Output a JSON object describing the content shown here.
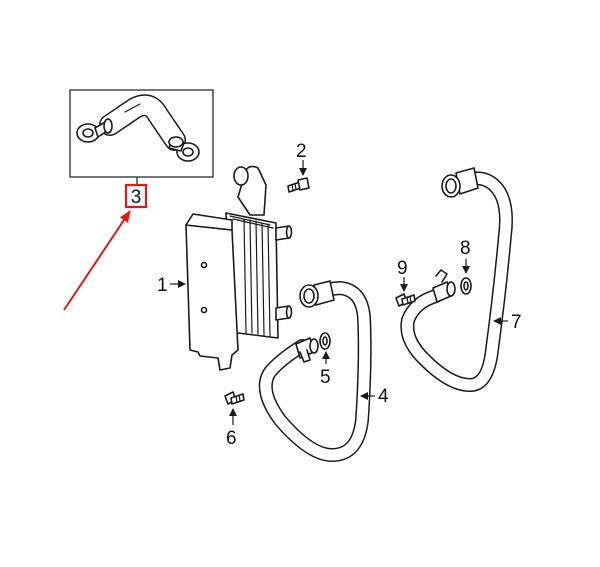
{
  "diagram": {
    "callouts": [
      {
        "id": "1",
        "text": "1"
      },
      {
        "id": "2",
        "text": "2"
      },
      {
        "id": "3",
        "text": "3"
      },
      {
        "id": "4",
        "text": "4"
      },
      {
        "id": "5",
        "text": "5"
      },
      {
        "id": "6",
        "text": "6"
      },
      {
        "id": "7",
        "text": "7"
      },
      {
        "id": "8",
        "text": "8"
      },
      {
        "id": "9",
        "text": "9"
      }
    ],
    "highlight": {
      "callout": "3",
      "color": "#e01818"
    },
    "line_color": "#1a1a1a",
    "background": "#ffffff"
  }
}
